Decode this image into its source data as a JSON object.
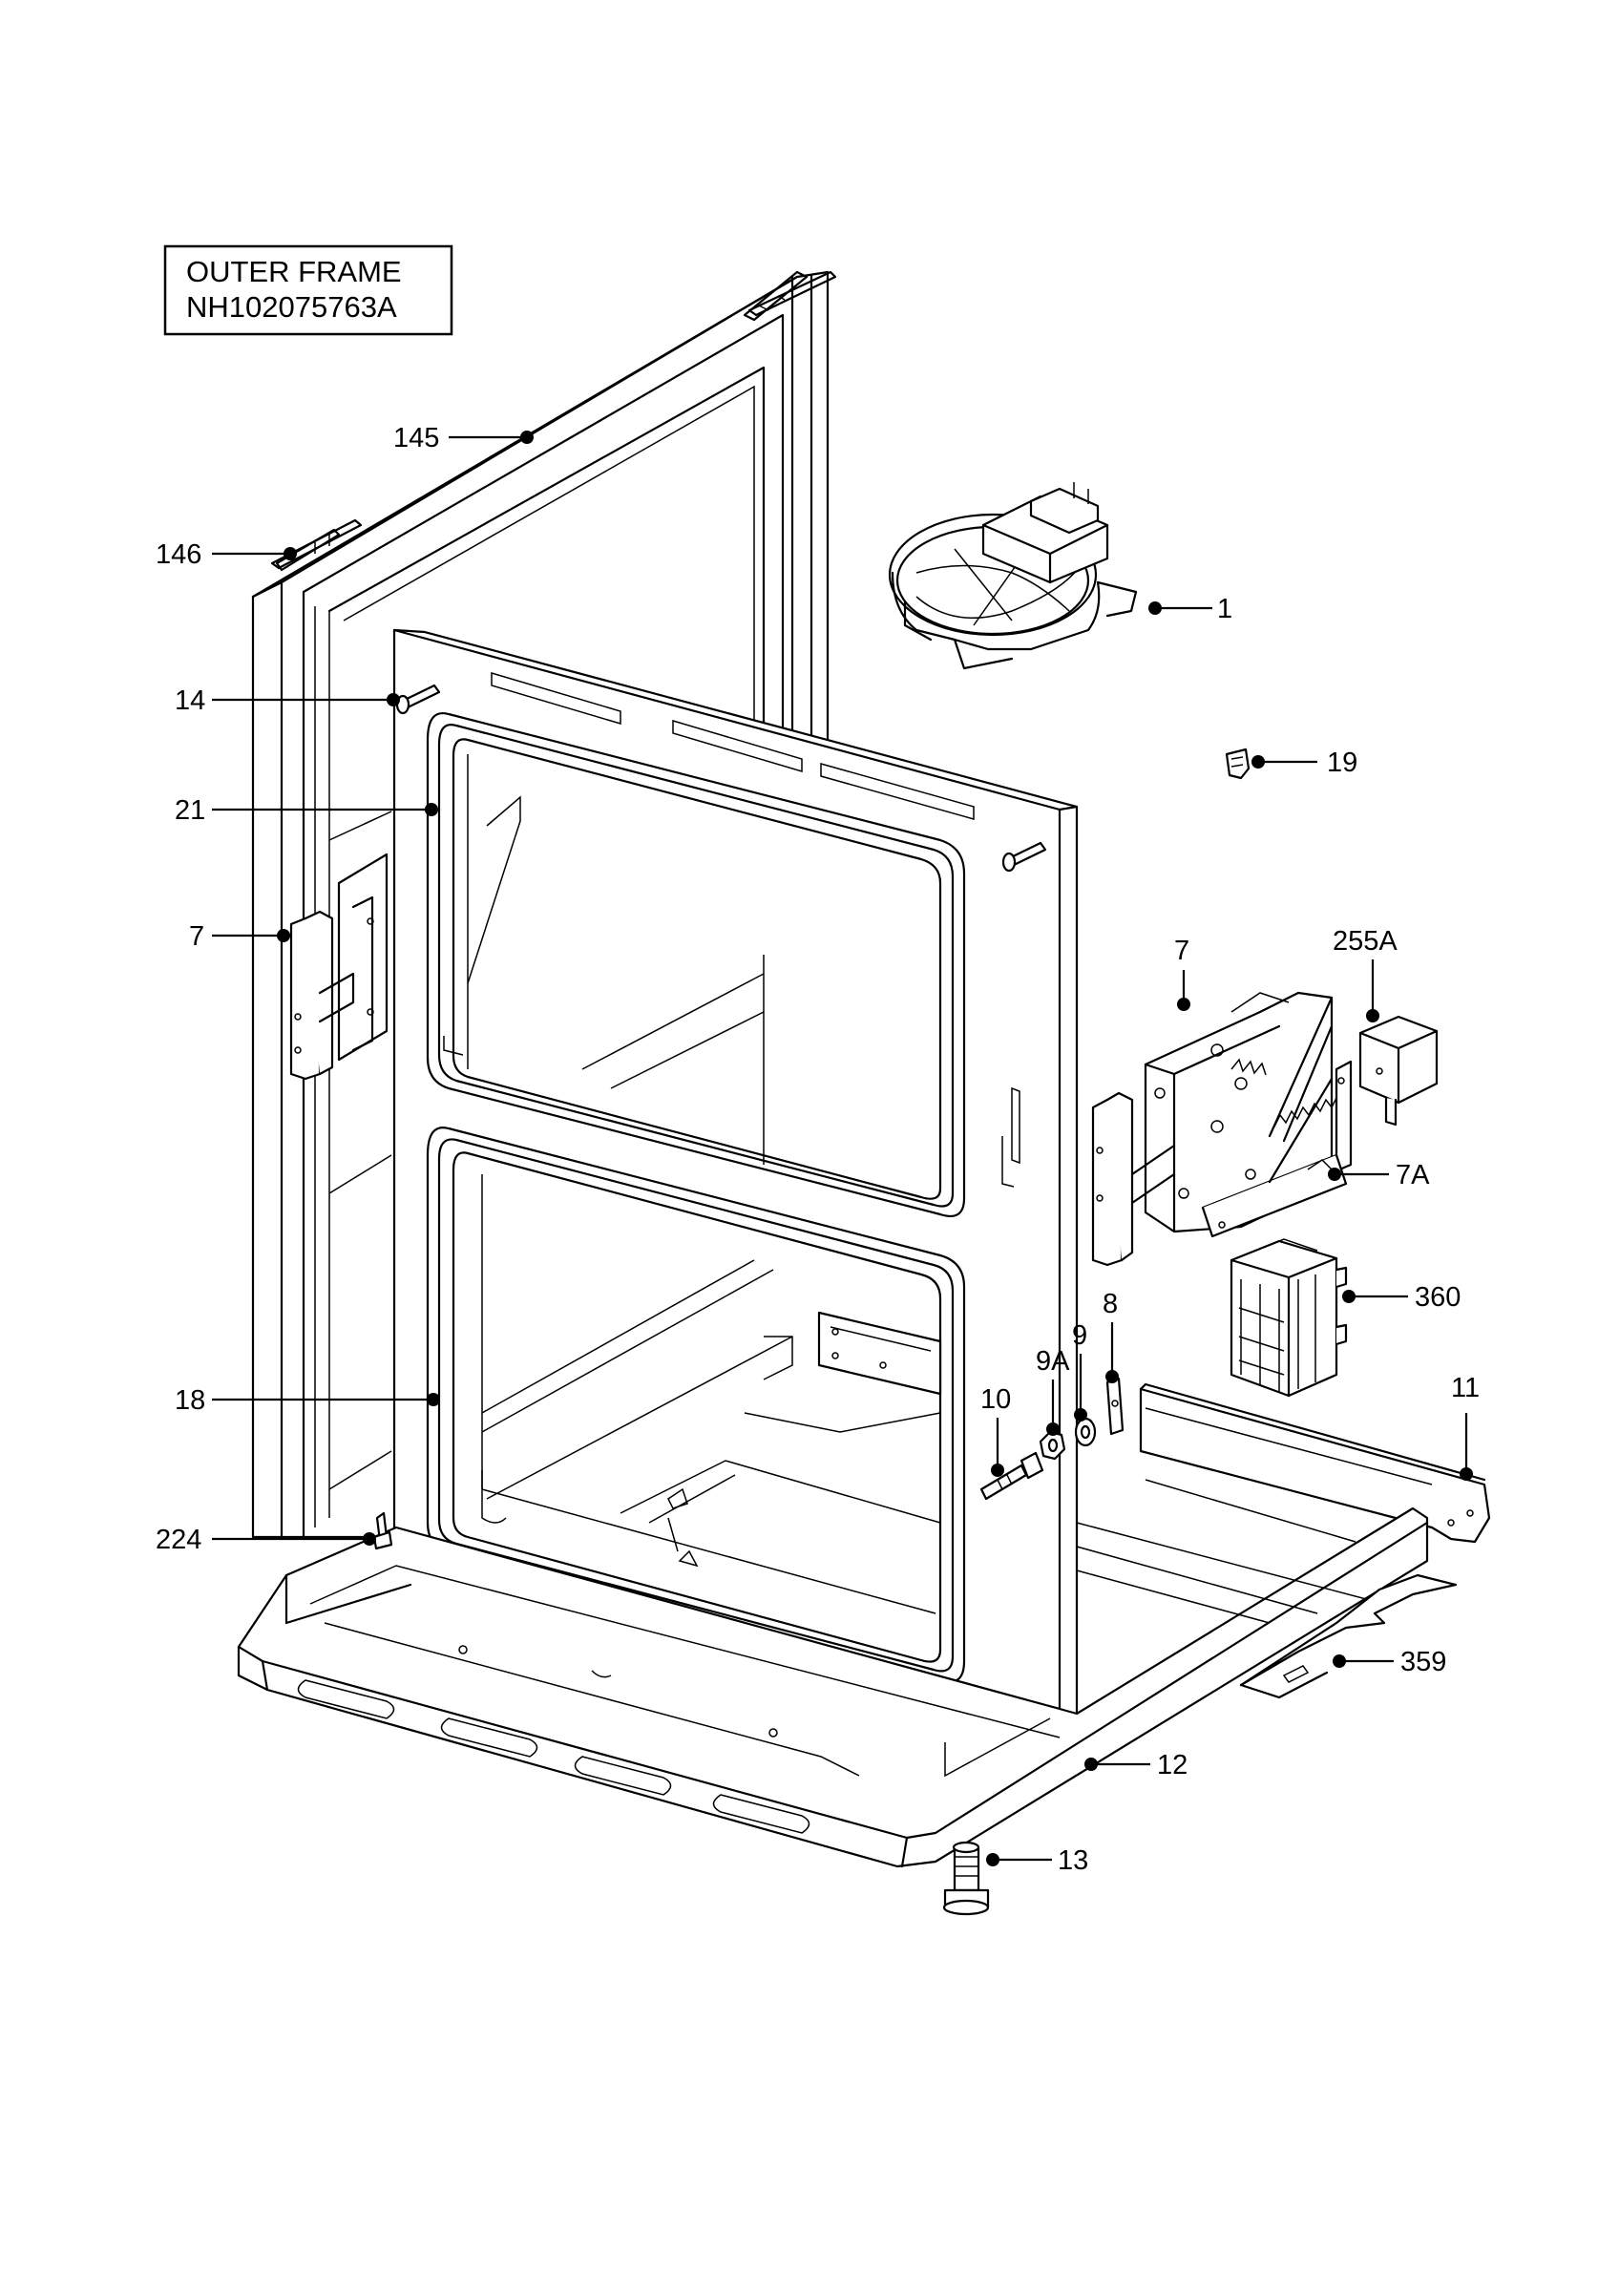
{
  "title_box": {
    "line1": "OUTER FRAME",
    "line2": "NH102075763A"
  },
  "callouts": [
    {
      "id": "145",
      "text": "145"
    },
    {
      "id": "146",
      "text": "146"
    },
    {
      "id": "1",
      "text": "1"
    },
    {
      "id": "14",
      "text": "14"
    },
    {
      "id": "19",
      "text": "19"
    },
    {
      "id": "21",
      "text": "21"
    },
    {
      "id": "7-left",
      "text": "7"
    },
    {
      "id": "7-right",
      "text": "7"
    },
    {
      "id": "255A",
      "text": "255A"
    },
    {
      "id": "7A",
      "text": "7A"
    },
    {
      "id": "360",
      "text": "360"
    },
    {
      "id": "8",
      "text": "8"
    },
    {
      "id": "9A",
      "text": "9A"
    },
    {
      "id": "9",
      "text": "9"
    },
    {
      "id": "10",
      "text": "10"
    },
    {
      "id": "11",
      "text": "11"
    },
    {
      "id": "18",
      "text": "18"
    },
    {
      "id": "224",
      "text": "224"
    },
    {
      "id": "359",
      "text": "359"
    },
    {
      "id": "12",
      "text": "12"
    },
    {
      "id": "13",
      "text": "13"
    }
  ]
}
